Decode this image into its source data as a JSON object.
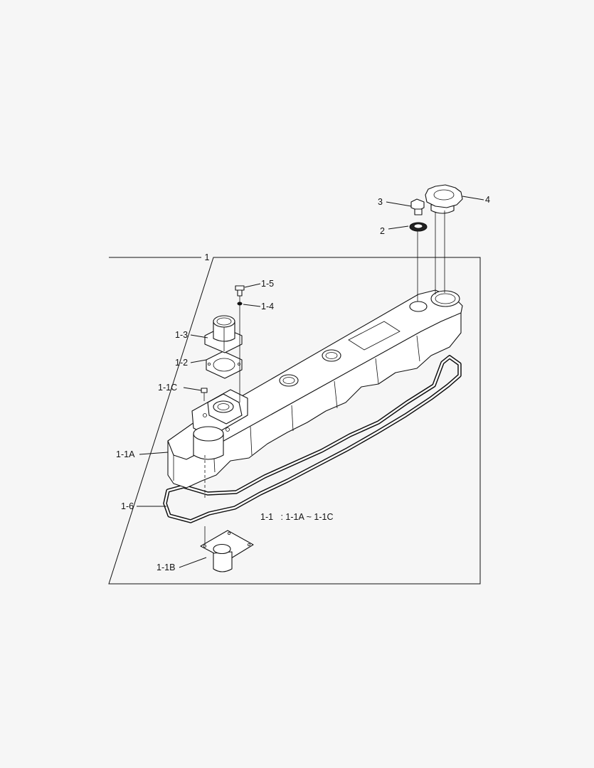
{
  "labels": {
    "assembly": "1",
    "p2": "2",
    "p3": "3",
    "p4": "4",
    "p1_5": "1-5",
    "p1_4": "1-4",
    "p1_3": "1-3",
    "p1_2": "1-2",
    "p1_1c": "1-1C",
    "p1_1a": "1-1A",
    "p1_6": "1-6",
    "p1_1b": "1-1B"
  },
  "note": "1-1   : 1-1A ~ 1-1C",
  "colors": {
    "background": "#f6f6f6",
    "line": "#111111",
    "fill": "#ffffff"
  }
}
